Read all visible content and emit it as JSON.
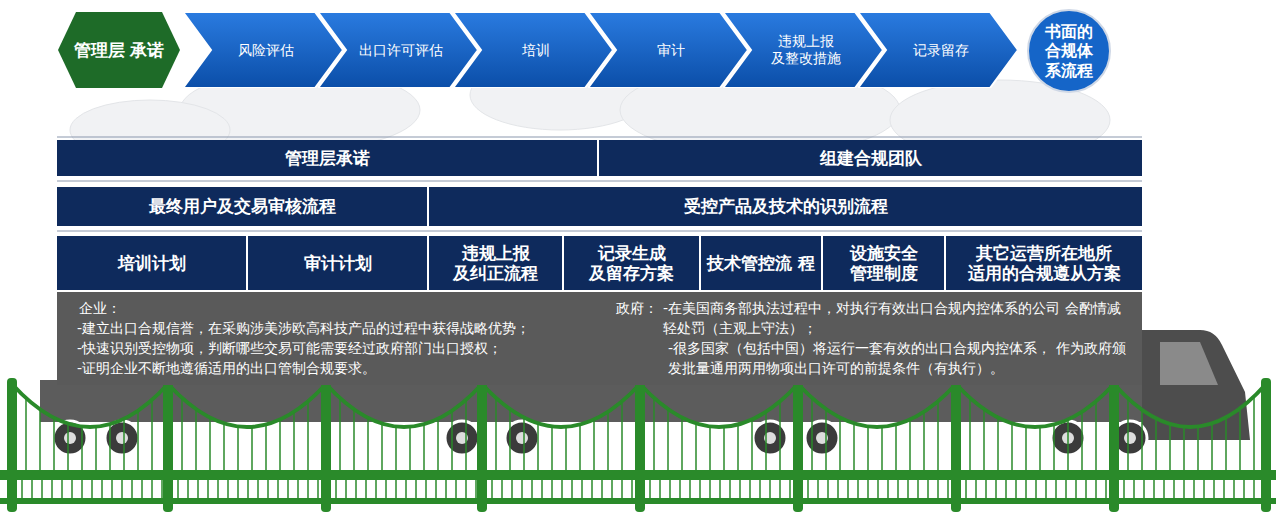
{
  "diagram": {
    "nodes": [
      {
        "text": [
          "管理层 承诺"
        ]
      },
      {
        "text": [
          "风险评估"
        ]
      },
      {
        "text": [
          "出口许可评估"
        ]
      },
      {
        "text": [
          "培训"
        ]
      },
      {
        "text": [
          "审计"
        ]
      },
      {
        "text": [
          "违规上报 及整改措施"
        ]
      },
      {
        "text": [
          "记录留存"
        ]
      },
      {
        "text": [
          "书面的 合规体 系流程"
        ]
      },
      {
        "text": [
          "管理层承诺"
        ]
      },
      {
        "text": [
          "组建合规团队"
        ]
      },
      {
        "text": [
          "最终用户及交易审核流程"
        ]
      },
      {
        "text": [
          "受控产品及技术的识别流程"
        ]
      },
      {
        "text": [
          "培训计划"
        ]
      },
      {
        "text": [
          "审计计划"
        ]
      },
      {
        "text": [
          "违规上报 及纠正流程"
        ]
      },
      {
        "text": [
          "记录生成 及留存方案"
        ]
      },
      {
        "text": [
          "技术管控流 程"
        ]
      },
      {
        "text": [
          "设施安全 管理制度"
        ]
      },
      {
        "text": [
          "其它运营所在地所 适用的合规遵从方案"
        ]
      },
      {
        "text": [
          "企业：",
          "-建立出口合规信誉，在采购涉美涉欧高科技产品的过程中获得战略优势；",
          "-快速识别受控物项，判断哪些交易可能需要经过政府部门出口授权；",
          "-证明企业不断地遵循适用的出口管制合规要求。",
          "政府：",
          "-在美国商务部执法过程中，对执行有效出口合规内控体系的公司 会酌情减轻处罚（主观上守法）；",
          "-很多国家（包括中国）将运行一套有效的出口合规内控体系， 作为政府颁发批量通用两用物项出口许可的前提条件（有执行）。"
        ]
      }
    ]
  }
}
